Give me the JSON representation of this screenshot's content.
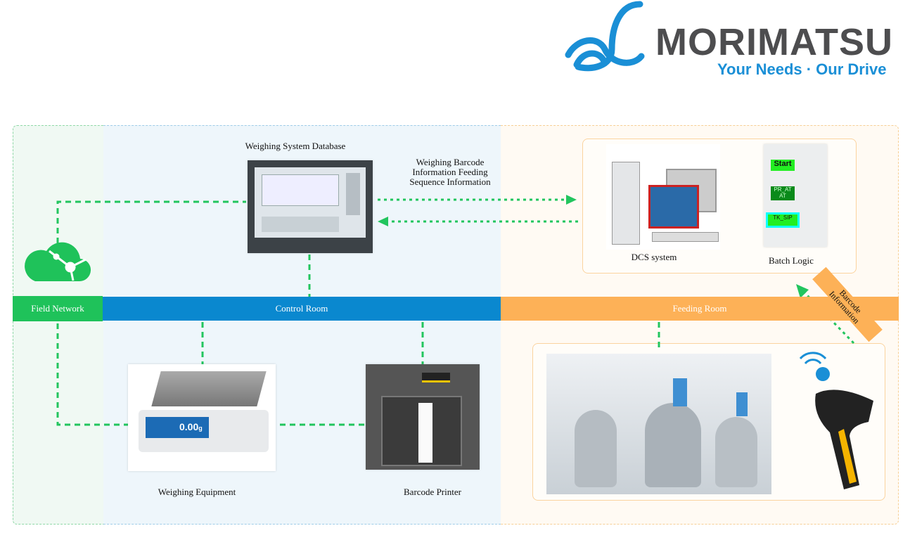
{
  "logo": {
    "brand": "MORIMATSU",
    "tagline": "Your Needs · Our Drive",
    "color": "#1a8fd6"
  },
  "zones": {
    "field": "Field Network",
    "control": "Control Room",
    "feeding": "Feeding Room"
  },
  "nodes": {
    "database": "Weighing System Database",
    "dcs": "DCS system",
    "batch": "Batch Logic",
    "scale": "Weighing Equipment",
    "printer": "Barcode Printer"
  },
  "flows": {
    "db_dcs": "Weighing Barcode Information Feeding Sequence Information",
    "scanner": "Barcode Information"
  },
  "screens": {
    "scale_reading": "0.00",
    "scale_unit": "g",
    "batch_start": "Start",
    "batch_step": "PR_AT AT",
    "batch_step2": "TK_SIP"
  },
  "colors": {
    "field": "#1fc25a",
    "control": "#0a88cf",
    "feeding": "#fdb157",
    "link": "#22c55e"
  }
}
